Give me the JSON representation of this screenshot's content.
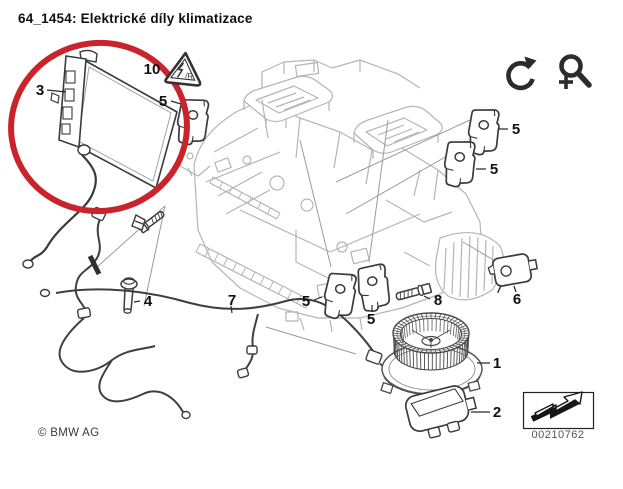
{
  "header": {
    "title": "64_1454: Elektrické díly klimatizace"
  },
  "toolbar": {
    "refresh_icon": "refresh-icon",
    "zoom_in_icon": "zoom-in-magnifier-icon"
  },
  "diagram": {
    "highlight_color": "#c9232b",
    "callouts": [
      {
        "label": "3"
      },
      {
        "label": "10"
      },
      {
        "label": "5"
      },
      {
        "label": "5"
      },
      {
        "label": "5"
      },
      {
        "label": "4"
      },
      {
        "label": "7"
      },
      {
        "label": "5"
      },
      {
        "label": "5"
      },
      {
        "label": "8"
      },
      {
        "label": "6"
      },
      {
        "label": "1"
      },
      {
        "label": "2"
      }
    ],
    "copyright": "© BMW AG",
    "stamp_number": "00210762"
  }
}
